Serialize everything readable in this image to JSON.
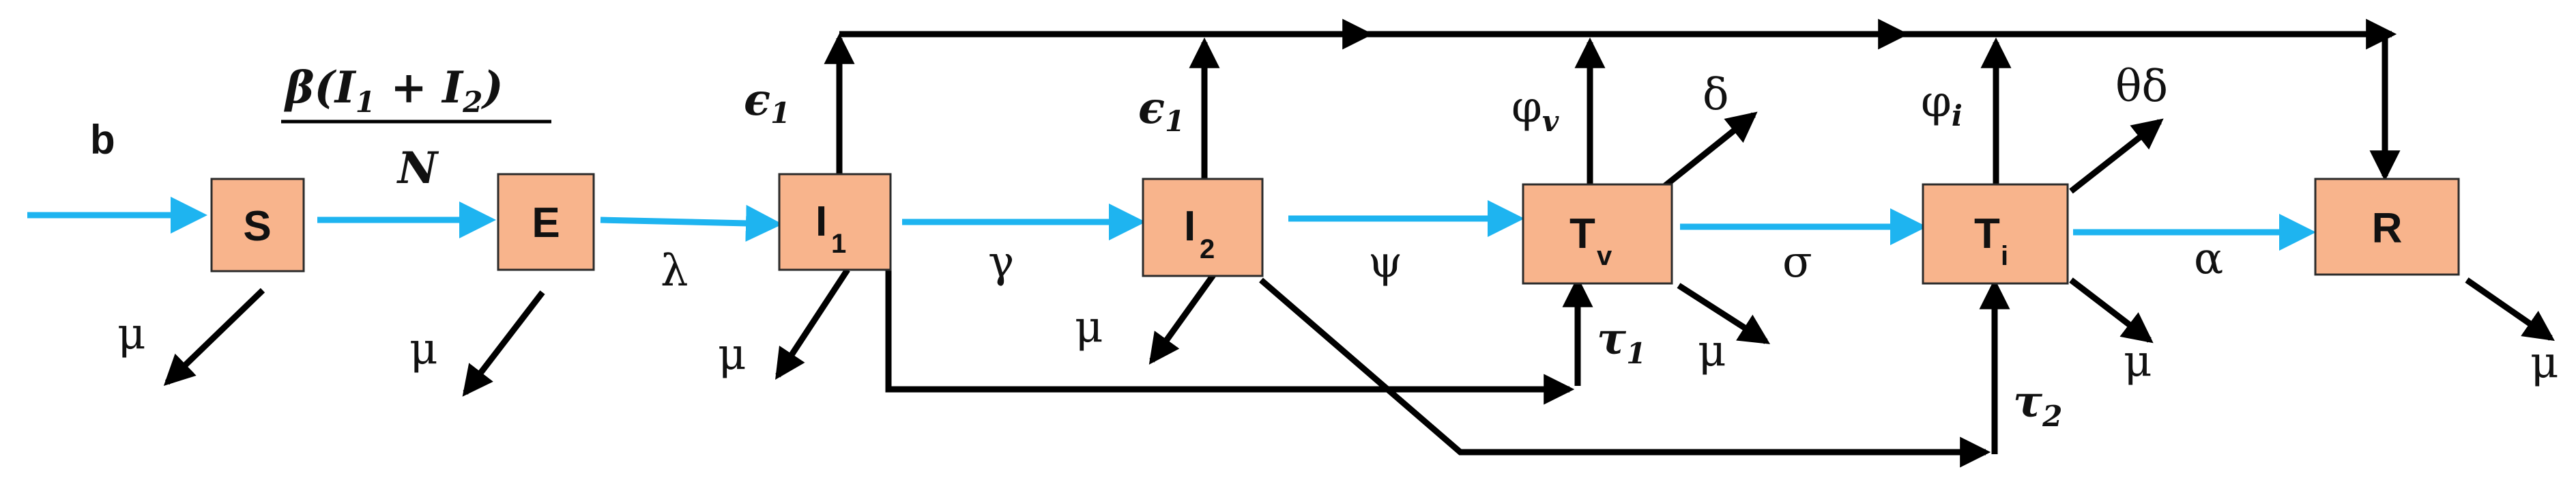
{
  "compartments": {
    "S": {
      "label": "S",
      "sub": ""
    },
    "E": {
      "label": "E",
      "sub": ""
    },
    "I1": {
      "label": "I",
      "sub": "1"
    },
    "I2": {
      "label": "I",
      "sub": "2"
    },
    "Tv": {
      "label": "T",
      "sub": "v"
    },
    "Ti": {
      "label": "T",
      "sub": "i"
    },
    "R": {
      "label": "R",
      "sub": ""
    }
  },
  "rates": {
    "recruitment": "b",
    "infection_numerator_main": "β(I",
    "infection_sub1": "1",
    "infection_plus": " + I",
    "infection_sub2": "2",
    "infection_close": ")",
    "infection_denominator": "N",
    "lambda": "λ",
    "gamma": "γ",
    "psi": "ψ",
    "sigma": "σ",
    "alpha": "α",
    "mu": "μ",
    "epsilon": "ϵ",
    "epsilon_sub": "1",
    "phi_v": "φ",
    "phi_v_sub": "v",
    "phi_i": "φ",
    "phi_i_sub": "i",
    "delta": "δ",
    "theta_delta": "θδ",
    "tau1": "τ",
    "tau1_sub": "1",
    "tau2": "τ",
    "tau2_sub": "2"
  },
  "colors": {
    "box_fill": "#f8b48c",
    "main_flow": "#1eb4f0",
    "secondary_flow": "#000000"
  }
}
